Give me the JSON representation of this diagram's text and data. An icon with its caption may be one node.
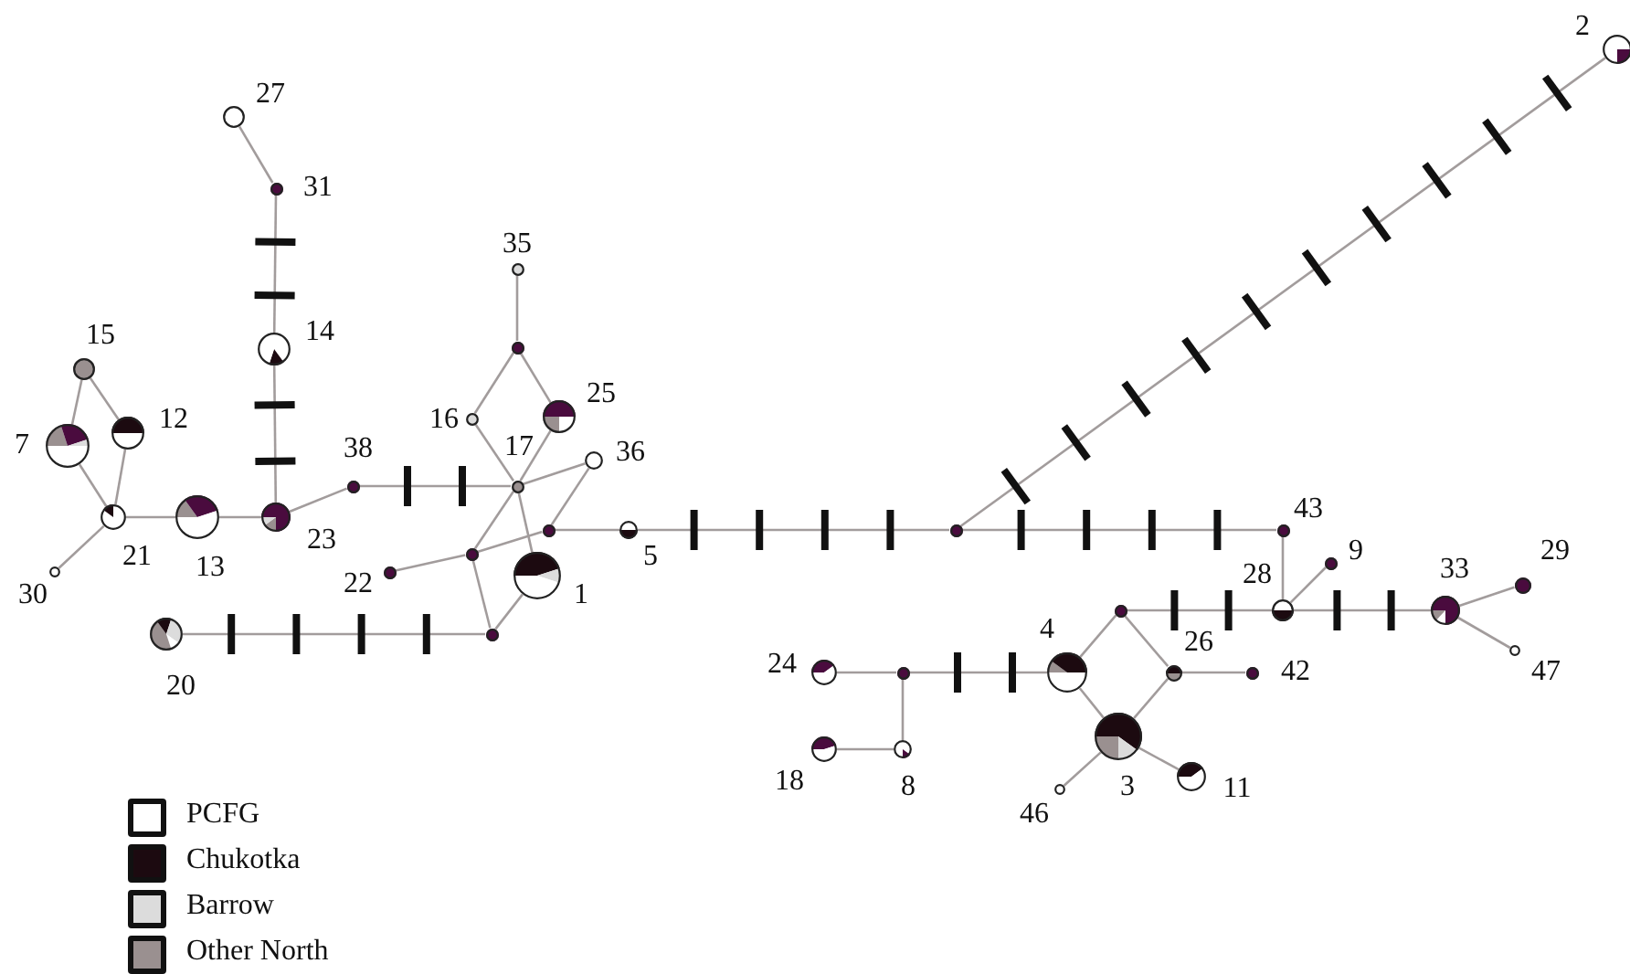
{
  "diagram": {
    "nodes": [
      {
        "text": [],
        "shape": "circle",
        "beside": [
          "2"
        ]
      },
      {
        "text": [],
        "shape": "circle",
        "beside": [
          "27"
        ]
      },
      {
        "text": [],
        "shape": "circle",
        "beside": [
          "31"
        ]
      },
      {
        "text": [],
        "shape": "circle",
        "beside": [
          "35"
        ]
      },
      {
        "text": [],
        "shape": "circle"
      },
      {
        "text": [],
        "shape": "circle",
        "beside": [
          "14"
        ]
      },
      {
        "text": [],
        "shape": "circle",
        "beside": [
          "15"
        ]
      },
      {
        "text": [],
        "shape": "circle",
        "beside": [
          "16"
        ]
      },
      {
        "text": [],
        "shape": "circle",
        "beside": [
          "25"
        ]
      },
      {
        "text": [],
        "shape": "circle",
        "beside": [
          "12"
        ]
      },
      {
        "text": [],
        "shape": "circle",
        "beside": [
          "7"
        ]
      },
      {
        "text": [],
        "shape": "circle",
        "beside": [
          "36"
        ]
      },
      {
        "text": [],
        "shape": "circle",
        "beside": [
          "38"
        ]
      },
      {
        "text": [],
        "shape": "circle",
        "beside": [
          "17"
        ]
      },
      {
        "text": [],
        "shape": "circle",
        "beside": [
          "21"
        ]
      },
      {
        "text": [],
        "shape": "circle",
        "beside": [
          "13"
        ]
      },
      {
        "text": [],
        "shape": "circle",
        "beside": [
          "23"
        ]
      },
      {
        "text": [],
        "shape": "circle"
      },
      {
        "text": [],
        "shape": "circle",
        "beside": [
          "5"
        ]
      },
      {
        "text": [],
        "shape": "circle"
      },
      {
        "text": [],
        "shape": "circle",
        "beside": [
          "43"
        ]
      },
      {
        "text": [],
        "shape": "circle"
      },
      {
        "text": [],
        "shape": "circle",
        "beside": [
          "9"
        ]
      },
      {
        "text": [],
        "shape": "circle",
        "beside": [
          "22"
        ]
      },
      {
        "text": [],
        "shape": "circle",
        "beside": [
          "30"
        ]
      },
      {
        "text": [],
        "shape": "circle",
        "beside": [
          "1"
        ]
      },
      {
        "text": [],
        "shape": "circle",
        "beside": [
          "29"
        ]
      },
      {
        "text": [],
        "shape": "circle"
      },
      {
        "text": [],
        "shape": "circle",
        "beside": [
          "28"
        ]
      },
      {
        "text": [],
        "shape": "circle",
        "beside": [
          "33"
        ]
      },
      {
        "text": [],
        "shape": "circle"
      },
      {
        "text": [],
        "shape": "circle",
        "beside": [
          "20"
        ]
      },
      {
        "text": [],
        "shape": "circle",
        "beside": [
          "47"
        ]
      },
      {
        "text": [],
        "shape": "circle",
        "beside": [
          "24"
        ]
      },
      {
        "text": [],
        "shape": "circle"
      },
      {
        "text": [],
        "shape": "circle",
        "beside": [
          "4"
        ]
      },
      {
        "text": [],
        "shape": "circle",
        "beside": [
          "26"
        ]
      },
      {
        "text": [],
        "shape": "circle",
        "beside": [
          "42"
        ]
      },
      {
        "text": [],
        "shape": "circle",
        "beside": [
          "3"
        ]
      },
      {
        "text": [],
        "shape": "circle",
        "beside": [
          "18"
        ]
      },
      {
        "text": [],
        "shape": "circle",
        "beside": [
          "8"
        ]
      },
      {
        "text": [],
        "shape": "circle",
        "beside": [
          "11"
        ]
      },
      {
        "text": [],
        "shape": "circle",
        "beside": [
          "46"
        ]
      }
    ],
    "edges": [
      {
        "from": 1,
        "to": 2,
        "arrow": "none"
      },
      {
        "from": 2,
        "to": 5,
        "arrow": "none"
      },
      {
        "from": 5,
        "to": 16,
        "arrow": "none"
      },
      {
        "from": 6,
        "to": 10,
        "arrow": "none"
      },
      {
        "from": 6,
        "to": 9,
        "arrow": "none"
      },
      {
        "from": 10,
        "to": 14,
        "arrow": "none"
      },
      {
        "from": 9,
        "to": 14,
        "arrow": "none"
      },
      {
        "from": 24,
        "to": 14,
        "arrow": "none"
      },
      {
        "from": 14,
        "to": 15,
        "arrow": "none"
      },
      {
        "from": 15,
        "to": 16,
        "arrow": "none"
      },
      {
        "from": 16,
        "to": 12,
        "arrow": "none"
      },
      {
        "from": 12,
        "to": 13,
        "arrow": "none"
      },
      {
        "from": 13,
        "to": 7,
        "arrow": "none"
      },
      {
        "from": 7,
        "to": 4,
        "arrow": "none"
      },
      {
        "from": 4,
        "to": 3,
        "arrow": "none"
      },
      {
        "from": 4,
        "to": 8,
        "arrow": "none"
      },
      {
        "from": 8,
        "to": 13,
        "arrow": "none"
      },
      {
        "from": 13,
        "to": 21,
        "arrow": "none"
      },
      {
        "from": 13,
        "to": 25,
        "arrow": "none"
      },
      {
        "from": 13,
        "to": 11,
        "arrow": "none"
      },
      {
        "from": 11,
        "to": 17,
        "arrow": "none"
      },
      {
        "from": 23,
        "to": 21,
        "arrow": "none"
      },
      {
        "from": 21,
        "to": 17,
        "arrow": "none"
      },
      {
        "from": 17,
        "to": 18,
        "arrow": "none"
      },
      {
        "from": 21,
        "to": 30,
        "arrow": "none"
      },
      {
        "from": 30,
        "to": 25,
        "arrow": "none"
      },
      {
        "from": 30,
        "to": 31,
        "arrow": "none"
      },
      {
        "from": 18,
        "to": 19,
        "arrow": "none"
      },
      {
        "from": 19,
        "to": 0,
        "arrow": "none"
      },
      {
        "from": 19,
        "to": 20,
        "arrow": "none"
      },
      {
        "from": 20,
        "to": 28,
        "arrow": "none"
      },
      {
        "from": 28,
        "to": 22,
        "arrow": "none"
      },
      {
        "from": 27,
        "to": 28,
        "arrow": "none"
      },
      {
        "from": 28,
        "to": 29,
        "arrow": "none"
      },
      {
        "from": 29,
        "to": 26,
        "arrow": "none"
      },
      {
        "from": 29,
        "to": 32,
        "arrow": "none"
      },
      {
        "from": 27,
        "to": 35,
        "arrow": "none"
      },
      {
        "from": 27,
        "to": 36,
        "arrow": "none"
      },
      {
        "from": 36,
        "to": 37,
        "arrow": "none"
      },
      {
        "from": 35,
        "to": 38,
        "arrow": "none"
      },
      {
        "from": 36,
        "to": 38,
        "arrow": "none"
      },
      {
        "from": 38,
        "to": 42,
        "arrow": "none"
      },
      {
        "from": 38,
        "to": 41,
        "arrow": "none"
      },
      {
        "from": 35,
        "to": 34,
        "arrow": "none"
      },
      {
        "from": 34,
        "to": 33,
        "arrow": "none"
      },
      {
        "from": 34,
        "to": 40,
        "arrow": "none"
      },
      {
        "from": 40,
        "to": 39,
        "arrow": "none"
      }
    ],
    "legend": [
      {
        "text": "PCFG",
        "color": "#ffffff"
      },
      {
        "text": "Chukotka",
        "color": "#1c0a10"
      },
      {
        "text": "Barrow",
        "color": "#dcdcdc"
      },
      {
        "text": "Other North",
        "color": "#9a9090"
      }
    ]
  }
}
